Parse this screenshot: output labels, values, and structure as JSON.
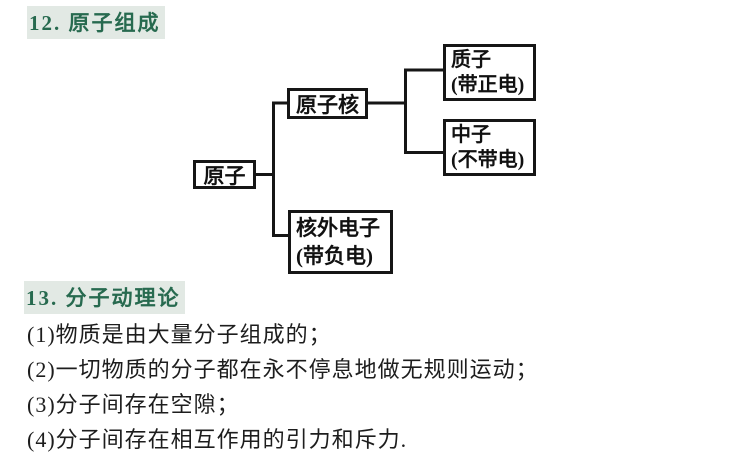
{
  "colors": {
    "heading_green": "#276a4f",
    "body_text": "#1d1d1d",
    "diagram_ink": "#161616",
    "heading_highlight": "#e2e9e4",
    "page_background": "#ffffff"
  },
  "section_atom": {
    "heading": "12. 原子组成",
    "diagram": {
      "root": {
        "label": "原子"
      },
      "nucleus": {
        "label": "原子核"
      },
      "proton": {
        "label": "质子",
        "charge": "(带正电)"
      },
      "neutron": {
        "label": "中子",
        "charge": "(不带电)"
      },
      "electron": {
        "label": "核外电子",
        "charge": "(带负电)"
      }
    }
  },
  "section_molecular": {
    "heading": "13. 分子动理论",
    "items": [
      "(1)物质是由大量分子组成的；",
      "(2)一切物质的分子都在永不停息地做无规则运动；",
      "(3)分子间存在空隙；",
      "(4)分子间存在相互作用的引力和斥力."
    ]
  }
}
